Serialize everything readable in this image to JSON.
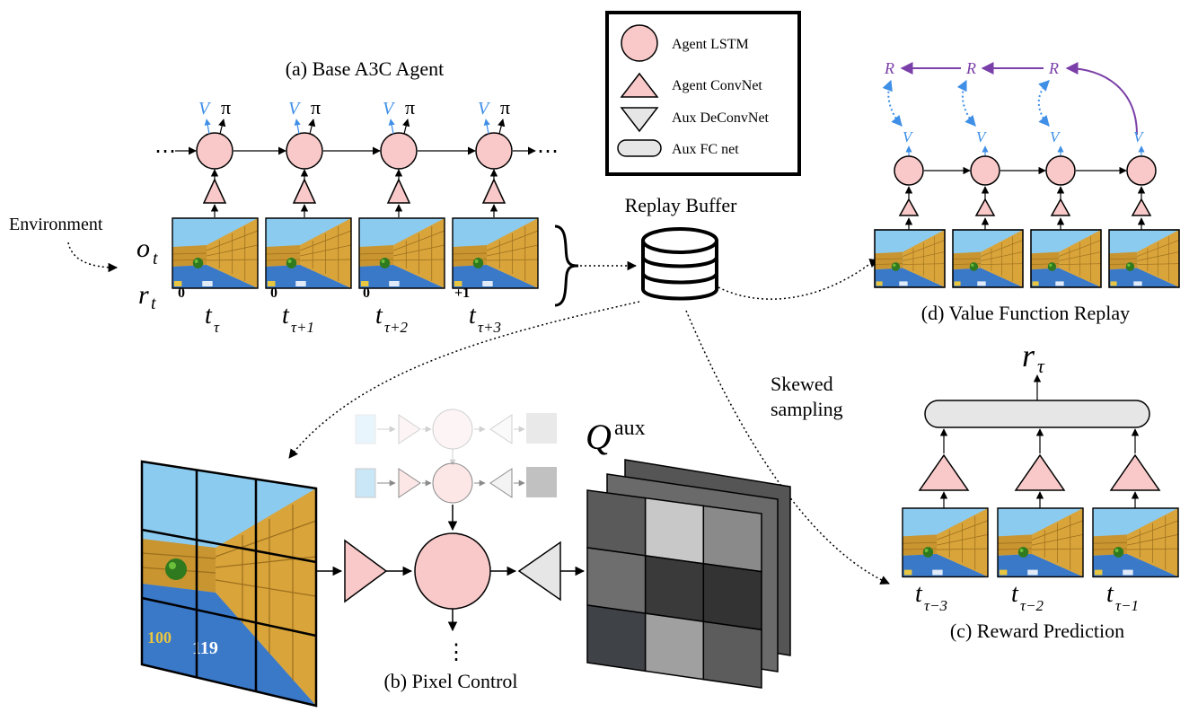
{
  "panels": {
    "a_title": "(a) Base A3C Agent",
    "b_title": "(b) Pixel Control",
    "c_title": "(c) Reward Prediction",
    "d_title": "(d) Value Function Replay"
  },
  "legend": {
    "lstm": "Agent LSTM",
    "convnet": "Agent ConvNet",
    "deconvnet": "Aux DeConvNet",
    "fcnet": "Aux FC net"
  },
  "labels": {
    "environment": "Environment",
    "replay_buffer": "Replay Buffer",
    "skewed_sampling_1": "Skewed",
    "skewed_sampling_2": "sampling",
    "obs": "o",
    "obs_sub": "t",
    "rew": "r",
    "rew_sub": "t",
    "V": "V",
    "pi": "π",
    "R": "R",
    "dots_h": "⋯",
    "dots_v": "⋮",
    "q_main": "Q",
    "q_sup": "aux",
    "r_tau_main": "r",
    "r_tau_sub": "τ"
  },
  "rewards": [
    "0",
    "0",
    "0",
    "+1"
  ],
  "time_steps_a": [
    {
      "main": "t",
      "sub": "τ"
    },
    {
      "main": "t",
      "sub": "τ+1"
    },
    {
      "main": "t",
      "sub": "τ+2"
    },
    {
      "main": "t",
      "sub": "τ+3"
    }
  ],
  "time_steps_c": [
    {
      "main": "t",
      "sub": "τ−3"
    },
    {
      "main": "t",
      "sub": "τ−2"
    },
    {
      "main": "t",
      "sub": "τ−1"
    }
  ],
  "hud": {
    "health": "100",
    "score": "119"
  },
  "colors": {
    "lstm_fill": "#f9c9c9",
    "convnet_fill": "#f9c9c9",
    "deconvnet_fill": "#e6e6e6",
    "fcnet_fill": "#e6e6e6",
    "value_blue": "#3f8fe6",
    "return_purple": "#7a3fa8",
    "sky": "#8ccbf0",
    "wall": "#d9a43a",
    "floor": "#3a78c8"
  },
  "q_grid_gray_levels": [
    [
      "#5a5a5a",
      "#c8c8c8",
      "#8a8a8a"
    ],
    [
      "#6e6e6e",
      "#3a3a3a",
      "#333333"
    ],
    [
      "#3f4246",
      "#a0a0a0",
      "#5c5c5c"
    ]
  ]
}
